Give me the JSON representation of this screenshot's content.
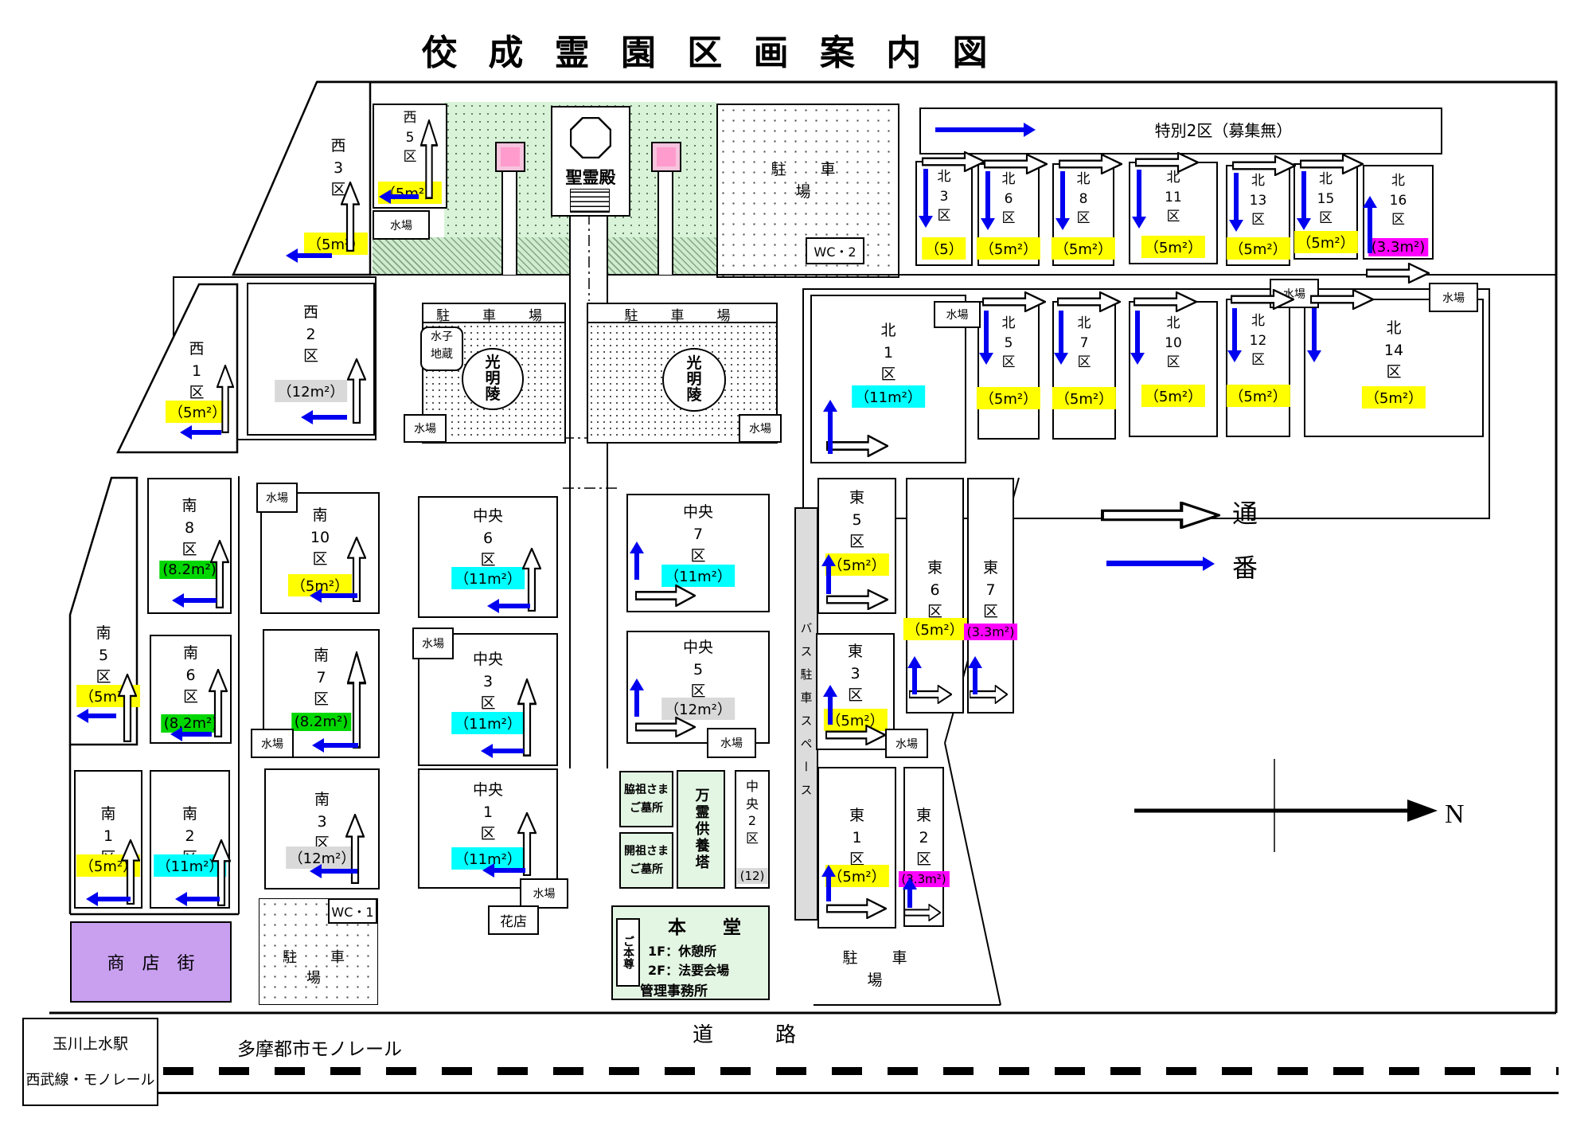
{
  "title": "佼 成 霊 園 区 画 案 内 図",
  "colors": {
    "yellow": "#ffff00",
    "cyan": "#00ffff",
    "green": "#00d700",
    "magenta": "#ff00ff",
    "gray": "#d9d9d9",
    "light_green": "#d8f3d8",
    "purple": "#c9a0f0",
    "blue_arrow": "#0000f0",
    "pink_tower": "#ff9ccd"
  },
  "legend": {
    "path_label": "通",
    "number_label": "番",
    "north_label": "N"
  },
  "labels": {
    "water": "水場",
    "parking": "駐　車　場",
    "wc1": "WC・1",
    "wc2": "WC・2",
    "seireiden": "聖霊殿",
    "komyoryo": "光\n明\n陵",
    "mizuko_jizo": "水子\n地蔵",
    "tokubetsu2": "特別2区（募集無）",
    "bus_parking": "バス駐車スペース",
    "shotengai": "商　店　街",
    "wakiso": "脇祖さま\nご墓所",
    "kaiso": "開祖さま\nご墓所",
    "banrei_kuyoto": "万霊供養塔",
    "hondo": "本　　堂",
    "hondo_1f": "1F：休憩所",
    "hondo_2f": "2F：法要会場",
    "gohonzon": "ご本尊",
    "kanri_jimusho": "管理事務所",
    "hanaten": "花店",
    "station_line1": "玉川上水駅",
    "station_line2": "西武線・モノレール",
    "monorail": "多摩都市モノレール",
    "road": "道　　　路"
  },
  "plots": {
    "west3": {
      "name": "西\n3\n区",
      "area": "（5m²）",
      "color": "yellow"
    },
    "west5": {
      "name": "西\n5\n区",
      "area": "（5m²）",
      "color": "yellow"
    },
    "west1": {
      "name": "西\n1\n区",
      "area": "（5m²）",
      "color": "yellow"
    },
    "west2": {
      "name": "西\n2\n区",
      "area": "（12m²）",
      "color": "gray"
    },
    "north3": {
      "name": "北\n3\n区",
      "area": "（5）",
      "color": "yellow"
    },
    "north6": {
      "name": "北\n6\n区",
      "area": "（5m²）",
      "color": "yellow"
    },
    "north8": {
      "name": "北\n8\n区",
      "area": "（5m²）",
      "color": "yellow"
    },
    "north11": {
      "name": "北\n11\n区",
      "area": "（5m²）",
      "color": "yellow"
    },
    "north13": {
      "name": "北\n13\n区",
      "area": "（5m²）",
      "color": "yellow"
    },
    "north15": {
      "name": "北\n15\n区",
      "area": "（5m²）",
      "color": "yellow"
    },
    "north16": {
      "name": "北\n16\n区",
      "area": "(3.3m²)",
      "color": "magenta"
    },
    "north1": {
      "name": "北\n1\n区",
      "area": "（11m²）",
      "color": "cyan"
    },
    "north5": {
      "name": "北\n5\n区",
      "area": "（5m²）",
      "color": "yellow"
    },
    "north7": {
      "name": "北\n7\n区",
      "area": "（5m²）",
      "color": "yellow"
    },
    "north10": {
      "name": "北\n10\n区",
      "area": "（5m²）",
      "color": "yellow"
    },
    "north12": {
      "name": "北\n12\n区",
      "area": "（5m²）",
      "color": "yellow"
    },
    "north14": {
      "name": "北\n14\n区",
      "area": "（5m²）",
      "color": "yellow"
    },
    "south8": {
      "name": "南\n8\n区",
      "area": "(8.2m²)",
      "color": "green"
    },
    "south10": {
      "name": "南\n10\n区",
      "area": "（5m²）",
      "color": "yellow"
    },
    "south5": {
      "name": "南\n5\n区",
      "area": "（5m²）",
      "color": "yellow"
    },
    "south6": {
      "name": "南\n6\n区",
      "area": "(8.2m²)",
      "color": "green"
    },
    "south7": {
      "name": "南\n7\n区",
      "area": "(8.2m²)",
      "color": "green"
    },
    "south1": {
      "name": "南\n1\n区",
      "area": "（5m²）",
      "color": "yellow"
    },
    "south2": {
      "name": "南\n2\n区",
      "area": "（11m²）",
      "color": "cyan"
    },
    "south3": {
      "name": "南\n3\n区",
      "area": "（12m²）",
      "color": "gray"
    },
    "central6": {
      "name": "中央\n6\n区",
      "area": "（11m²）",
      "color": "cyan"
    },
    "central7": {
      "name": "中央\n7\n区",
      "area": "（11m²）",
      "color": "cyan"
    },
    "central3": {
      "name": "中央\n3\n区",
      "area": "（11m²）",
      "color": "cyan"
    },
    "central5": {
      "name": "中央\n5\n区",
      "area": "（12m²）",
      "color": "gray"
    },
    "central1": {
      "name": "中央\n1\n区",
      "area": "（11m²）",
      "color": "cyan"
    },
    "central2": {
      "name": "中\n央\n2\n区",
      "area": "(12)",
      "color": "gray"
    },
    "east5": {
      "name": "東\n5\n区",
      "area": "（5m²）",
      "color": "yellow"
    },
    "east6": {
      "name": "東\n6\n区",
      "area": "（5m²）",
      "color": "yellow"
    },
    "east7": {
      "name": "東\n7\n区",
      "area": "(3.3m²)",
      "color": "magenta"
    },
    "east3": {
      "name": "東\n3\n区",
      "area": "（5m²）",
      "color": "yellow"
    },
    "east1": {
      "name": "東\n1\n区",
      "area": "（5m²）",
      "color": "yellow"
    },
    "east2": {
      "name": "東\n2\n区",
      "area": "(3.3m²)",
      "color": "magenta"
    }
  }
}
